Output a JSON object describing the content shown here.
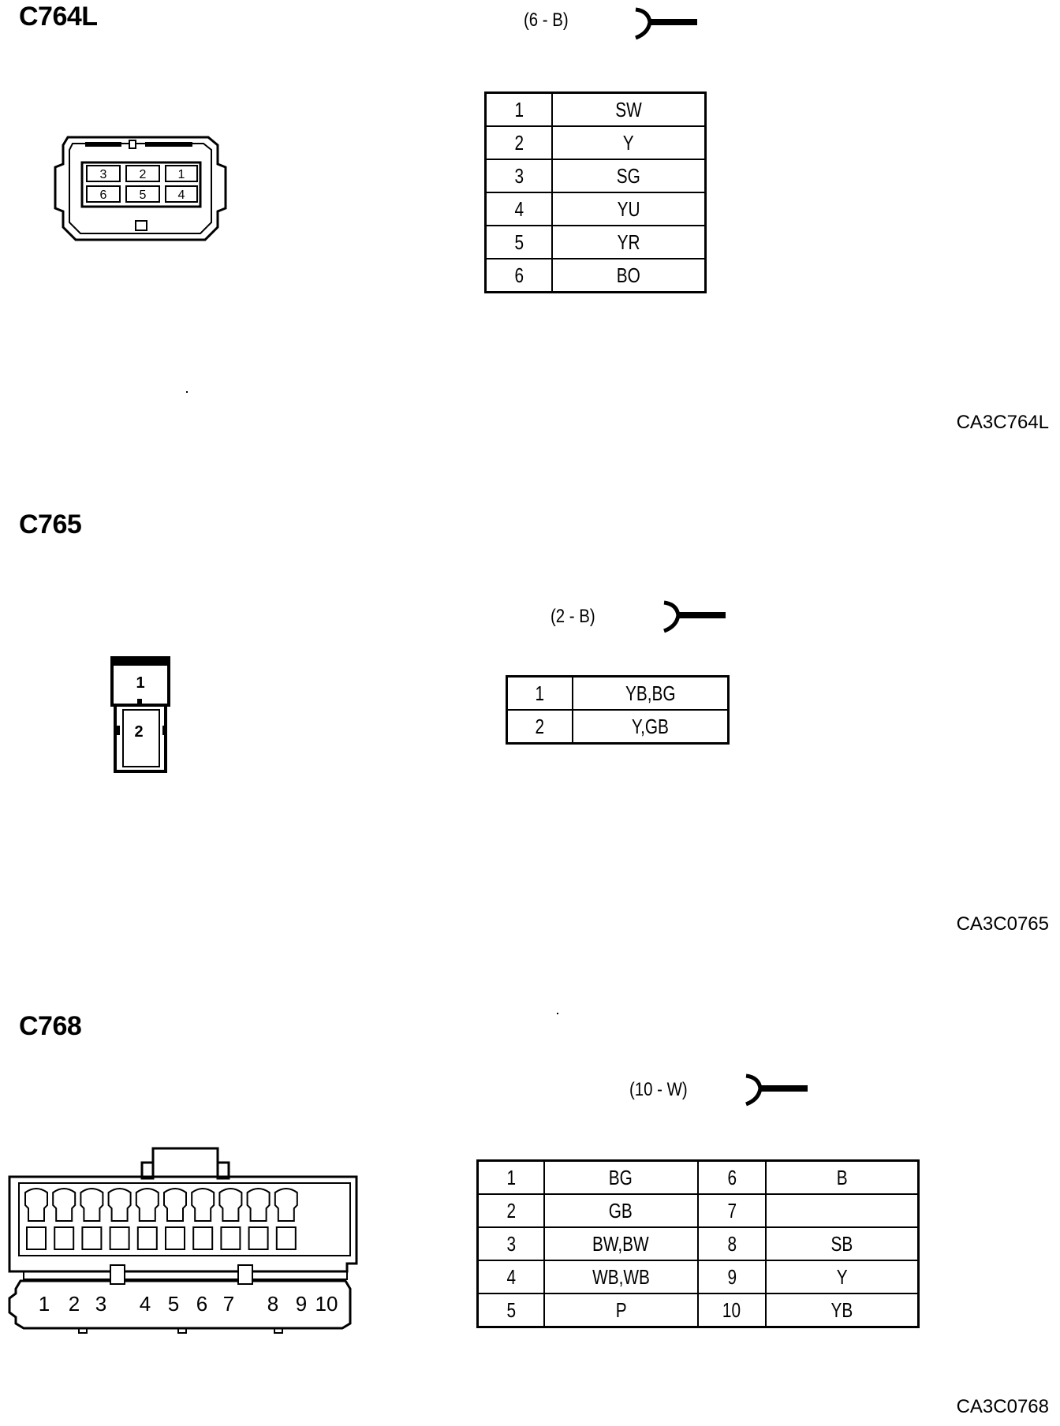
{
  "sections": [
    {
      "id": "C764L",
      "title": "C764L",
      "spec": "(6 - B)",
      "code": "CA3C764L",
      "pins": [
        {
          "pin": "1",
          "wire": "SW"
        },
        {
          "pin": "2",
          "wire": "Y"
        },
        {
          "pin": "3",
          "wire": "SG"
        },
        {
          "pin": "4",
          "wire": "YU"
        },
        {
          "pin": "5",
          "wire": "YR"
        },
        {
          "pin": "6",
          "wire": "BO"
        }
      ],
      "connector_labels": [
        "3",
        "2",
        "1",
        "6",
        "5",
        "4"
      ]
    },
    {
      "id": "C765",
      "title": "C765",
      "spec": "(2 - B)",
      "code": "CA3C0765",
      "pins": [
        {
          "pin": "1",
          "wire": "YB,BG"
        },
        {
          "pin": "2",
          "wire": "Y,GB"
        }
      ],
      "connector_labels": [
        "1",
        "2"
      ]
    },
    {
      "id": "C768",
      "title": "C768",
      "spec": "(10 - W)",
      "code": "CA3C0768",
      "pins": [
        {
          "pin": "1",
          "wire": "BG",
          "pin2": "6",
          "wire2": "B"
        },
        {
          "pin": "2",
          "wire": "GB",
          "pin2": "7",
          "wire2": ""
        },
        {
          "pin": "3",
          "wire": "BW,BW",
          "pin2": "8",
          "wire2": "SB"
        },
        {
          "pin": "4",
          "wire": "WB,WB",
          "pin2": "9",
          "wire2": "Y"
        },
        {
          "pin": "5",
          "wire": "P",
          "pin2": "10",
          "wire2": "YB"
        }
      ],
      "connector_labels": [
        "1",
        "2",
        "3",
        "4",
        "5",
        "6",
        "7",
        "8",
        "9",
        "10"
      ]
    }
  ]
}
